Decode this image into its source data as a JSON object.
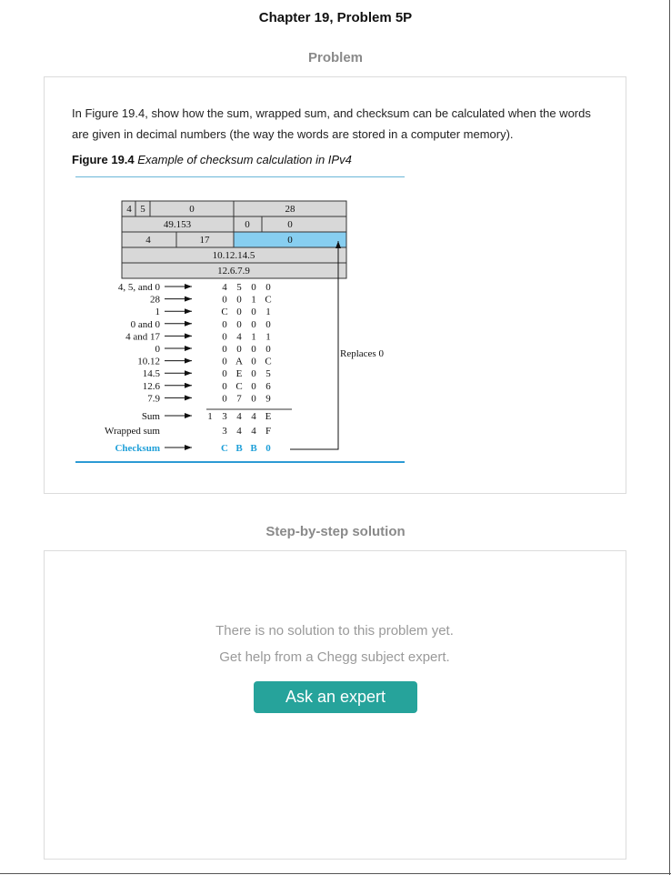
{
  "page": {
    "chapter_title": "Chapter 19, Problem 5P",
    "problem_heading": "Problem",
    "solution_heading": "Step-by-step solution"
  },
  "problem": {
    "text": "In Figure 19.4, show how the sum, wrapped sum, and checksum can be calculated when the words are given in decimal numbers (the way the words are stored in a computer memory).",
    "figure_number": "Figure 19.4",
    "figure_caption": "Example of checksum calculation in IPv4"
  },
  "figure": {
    "header_cells": {
      "r1_4": "4",
      "r1_5": "5",
      "r1_0": "0",
      "r1_28": "28",
      "r2_id": "49.153",
      "r2_0": "0",
      "r2_frag": "0",
      "r3_ttl": "4",
      "r3_proto": "17",
      "r3_checksum": "0",
      "r4_src": "10.12.14.5",
      "r5_dst": "12.6.7.9"
    },
    "rows": [
      {
        "label": "4, 5, and 0",
        "digits": [
          "4",
          "5",
          "0",
          "0"
        ]
      },
      {
        "label": "28",
        "digits": [
          "0",
          "0",
          "1",
          "C"
        ]
      },
      {
        "label": "1",
        "digits": [
          "C",
          "0",
          "0",
          "1"
        ]
      },
      {
        "label": "0 and 0",
        "digits": [
          "0",
          "0",
          "0",
          "0"
        ]
      },
      {
        "label": "4 and 17",
        "digits": [
          "0",
          "4",
          "1",
          "1"
        ]
      },
      {
        "label": "0",
        "digits": [
          "0",
          "0",
          "0",
          "0"
        ]
      },
      {
        "label": "10.12",
        "digits": [
          "0",
          "A",
          "0",
          "C"
        ]
      },
      {
        "label": "14.5",
        "digits": [
          "0",
          "E",
          "0",
          "5"
        ]
      },
      {
        "label": "12.6",
        "digits": [
          "0",
          "C",
          "0",
          "6"
        ]
      },
      {
        "label": "7.9",
        "digits": [
          "0",
          "7",
          "0",
          "9"
        ]
      }
    ],
    "sum": {
      "label": "Sum",
      "carry": "1",
      "digits": [
        "3",
        "4",
        "4",
        "E"
      ]
    },
    "wrapped": {
      "label": "Wrapped sum",
      "digits": [
        "3",
        "4",
        "4",
        "F"
      ]
    },
    "checksum": {
      "label": "Checksum",
      "digits": [
        "C",
        "B",
        "B",
        "0"
      ]
    },
    "replaces_label": "Replaces 0",
    "colors": {
      "highlight": "#87cef0",
      "checksum": "#1e9fd8",
      "cell": "#d8d8d8"
    }
  },
  "solution": {
    "line1": "There is no solution to this problem yet.",
    "line2": "Get help from a Chegg subject expert.",
    "button_label": "Ask an expert"
  }
}
